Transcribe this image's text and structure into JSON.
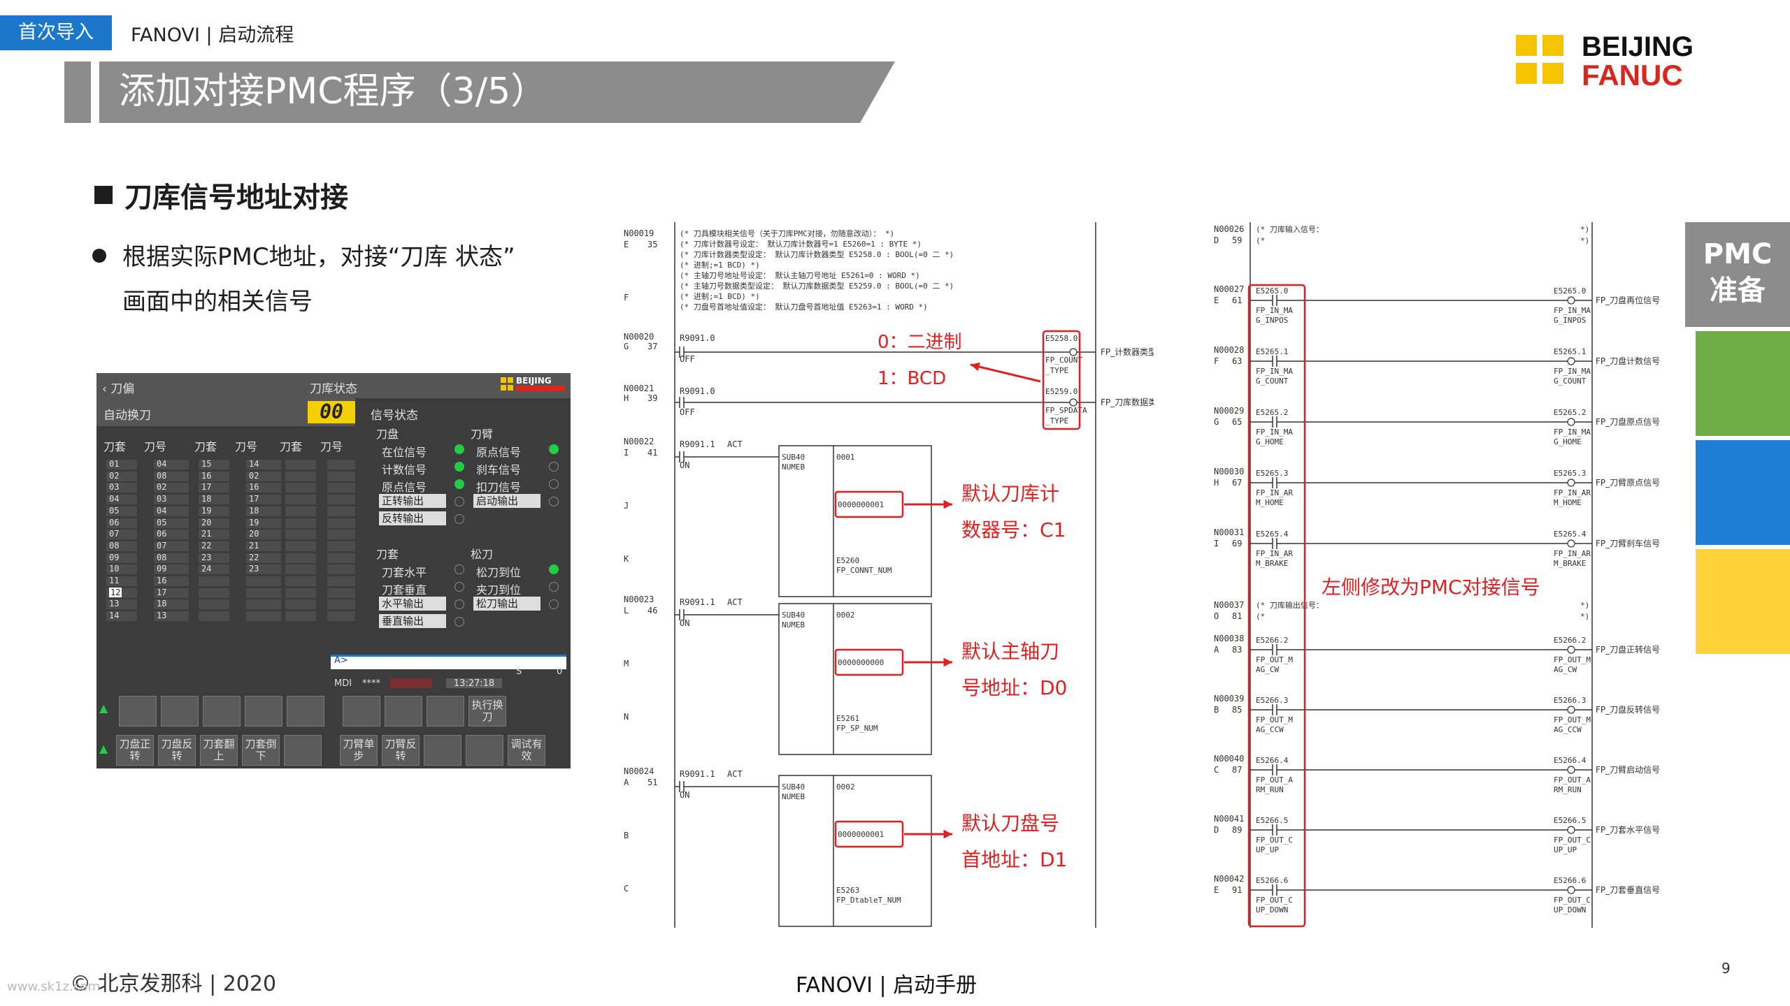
{
  "header": {
    "crumb_tag": "首次导入",
    "crumb_text": "FANOVI | 启动流程",
    "title": "添加对接PMC程序（3/5）",
    "logo_line1": "BEIJING",
    "logo_line2": "FANUC",
    "logo_yellow": "#f5c400",
    "logo_red": "#d8281e",
    "accent": "#1a77c9"
  },
  "side_tab": {
    "line1": "PMC",
    "line2": "准备"
  },
  "section": {
    "title": "刀库信号地址对接",
    "desc_line1": "根据实际PMC地址，对接“刀库 状态”",
    "desc_line2": "画面中的相关信号"
  },
  "cnc": {
    "back_label": "刀偏",
    "screen_title": "刀库状态",
    "logo": "BEIJING",
    "mode_label": "自动换刀",
    "mode_value": "00",
    "signal_header": "信号状态",
    "col_headers": [
      "刀套",
      "刀号",
      "刀套",
      "刀号",
      "刀套",
      "刀号"
    ],
    "col1_pots": [
      "01",
      "02",
      "03",
      "04",
      "05",
      "06",
      "07",
      "08",
      "09",
      "10",
      "11",
      "12",
      "13",
      "14"
    ],
    "col1_tools": [
      "04",
      "08",
      "02",
      "03",
      "04",
      "05",
      "06",
      "07",
      "08",
      "09",
      "16",
      "17",
      "18",
      "13"
    ],
    "col2_pots": [
      "15",
      "16",
      "17",
      "18",
      "19",
      "20",
      "21",
      "22",
      "23",
      "24"
    ],
    "col2_tools": [
      "14",
      "02",
      "16",
      "17",
      "18",
      "19",
      "20",
      "21",
      "22",
      "23"
    ],
    "selected_pot": "12",
    "magazine_label": "刀盘",
    "arm_label": "刀臂",
    "mag_signals": [
      "在位信号",
      "计数信号",
      "原点信号",
      "正转输出",
      "反转输出"
    ],
    "arm_signals": [
      "原点信号",
      "刹车信号",
      "扣刀信号",
      "启动输出"
    ],
    "pot_label": "刀套",
    "release_label": "松刀",
    "pot_signals": [
      "刀套水平",
      "刀套垂直",
      "水平输出",
      "垂直输出"
    ],
    "release_signals": [
      "松刀到位",
      "夹刀到位",
      "松刀输出"
    ],
    "input_prompt": "A>",
    "status_mode": "MDI",
    "status_stars": "****",
    "status_time": "13:27:18",
    "status_s": "S",
    "status_zero": "0",
    "softkey_exec": "执行换刀",
    "softkeys2": [
      "刀盘正转",
      "刀盘反转",
      "刀套翻上",
      "刀套倒下",
      "",
      "刀臂单步",
      "刀臂反转",
      "",
      "",
      "调试有效"
    ],
    "color_on": "#22cc44",
    "color_yellow": "#f5d000"
  },
  "ladder1": {
    "comment_lines": [
      "(* 刀具模块相关信号（关于刀库PMC对接，勿随意改动）：                        *)",
      "(* 刀库计数器号设定：      默认刀库计数器号=1    E5260=1 : BYTE     *)",
      "(* 刀库计数器类型设定：    默认刀库计数器类型    E5258.0 : BOOL(=0 二 *)",
      "(* 进制;=1 BCD)                                                    *)",
      "(* 主轴刀号地址号设定：    默认主轴刀号地址      E5261=0 : WORD     *)",
      "(* 主轴刀号数据类型设定：  默认刀库数据类型      E5259.0 : BOOL(=0 二 *)",
      "(* 进制;=1 BCD)                                                    *)",
      "(* 刀盘号首地址值设定：    默认刀盘号首地址值    E5263=1 : WORD     *)"
    ],
    "rung_ids": [
      "N00019",
      "N00020",
      "N00021",
      "N00022",
      "N00023",
      "N00024"
    ],
    "rung_letters": [
      "E",
      "G",
      "H",
      "I",
      "L",
      "A"
    ],
    "rung_numbers": [
      "35",
      "37",
      "39",
      "41",
      "46",
      "51"
    ],
    "side_letters": [
      "F",
      "J",
      "K",
      "M",
      "N",
      "B",
      "C"
    ],
    "contact_r1": "R9091.0",
    "contact_r2": "R9091.1",
    "off": "OFF",
    "on": "ON",
    "act": "ACT",
    "coil1": "E5258.0",
    "coil1_name": "FP_COUNT_TYPE",
    "coil1_sym": "FP_计数器类型",
    "coil2": "E5259.0",
    "coil2_name": "FP_SPDATA_TYPE",
    "coil2_sym": "FP_刀库数据类型",
    "sub": "SUB40",
    "numeb": "NUMEB",
    "blocks": [
      {
        "code": "0001",
        "value": "0000000001",
        "addr": "E5260",
        "name": "FP_CONNT_NUM"
      },
      {
        "code": "0002",
        "value": "0000000000",
        "addr": "E5261",
        "name": "FP_SP_NUM"
      },
      {
        "code": "0002",
        "value": "0000000001",
        "addr": "E5263",
        "name": "FP_DtableT_NUM"
      }
    ],
    "ann_binary": "0：二进制",
    "ann_bcd": "1：BCD",
    "ann1_line1": "默认刀库计",
    "ann1_line2": "数器号：C1",
    "ann2_line1": "默认主轴刀",
    "ann2_line2": "号地址：D0",
    "ann3_line1": "默认刀盘号",
    "ann3_line2": "首地址：D1"
  },
  "ladder2": {
    "comment1": "(*  刀库输入信号：",
    "comment1b": "(*",
    "comment2": "(*  刀库输出信号：",
    "comment2b": "(*",
    "comment_end": "*)",
    "ann": "左侧修改为PMC对接信号",
    "input_rungs": [
      {
        "id": "N00027",
        "l": "E",
        "n": "61",
        "addr": "E5265.0",
        "n1": "FP_IN_MA",
        "n2": "G_INPOS",
        "sym": "FP_刀盘再位信号"
      },
      {
        "id": "N00028",
        "l": "F",
        "n": "63",
        "addr": "E5265.1",
        "n1": "FP_IN_MA",
        "n2": "G_COUNT",
        "sym": "FP_刀盘计数信号"
      },
      {
        "id": "N00029",
        "l": "G",
        "n": "65",
        "addr": "E5265.2",
        "n1": "FP_IN_MA",
        "n2": "G_HOME",
        "sym": "FP_刀盘原点信号"
      },
      {
        "id": "N00030",
        "l": "H",
        "n": "67",
        "addr": "E5265.3",
        "n1": "FP_IN_AR",
        "n2": "M_HOME",
        "sym": "FP_刀臂原点信号"
      },
      {
        "id": "N00031",
        "l": "I",
        "n": "69",
        "addr": "E5265.4",
        "n1": "FP_IN_AR",
        "n2": "M_BRAKE",
        "sym": "FP_刀臂刹车信号"
      }
    ],
    "output_rungs": [
      {
        "id": "N00038",
        "l": "A",
        "n": "83",
        "addr": "E5266.2",
        "n1": "FP_OUT_M",
        "n2": "AG_CW",
        "sym": "FP_刀盘正转信号"
      },
      {
        "id": "N00039",
        "l": "B",
        "n": "85",
        "addr": "E5266.3",
        "n1": "FP_OUT_M",
        "n2": "AG_CCW",
        "sym": "FP_刀盘反转信号"
      },
      {
        "id": "N00040",
        "l": "C",
        "n": "87",
        "addr": "E5266.4",
        "n1": "FP_OUT_A",
        "n2": "RM_RUN",
        "sym": "FP_刀臂启动信号"
      },
      {
        "id": "N00041",
        "l": "D",
        "n": "89",
        "addr": "E5266.5",
        "n1": "FP_OUT_C",
        "n2": "UP_UP",
        "sym": "FP_刀套水平信号"
      },
      {
        "id": "N00042",
        "l": "E",
        "n": "91",
        "addr": "E5266.6",
        "n1": "FP_OUT_C",
        "n2": "UP_DOWN",
        "sym": "FP_刀套垂直信号"
      }
    ],
    "head_id": "N00026",
    "head_l": "D",
    "head_n": "59",
    "out_head_id": "N00037",
    "out_head_l": "O",
    "out_head_n": "81"
  },
  "footer": {
    "copyright": "© 北京发那科 | 2020",
    "center": "FANOVI | 启动手册",
    "page": "9",
    "watermark": "www.sk1z.com"
  }
}
